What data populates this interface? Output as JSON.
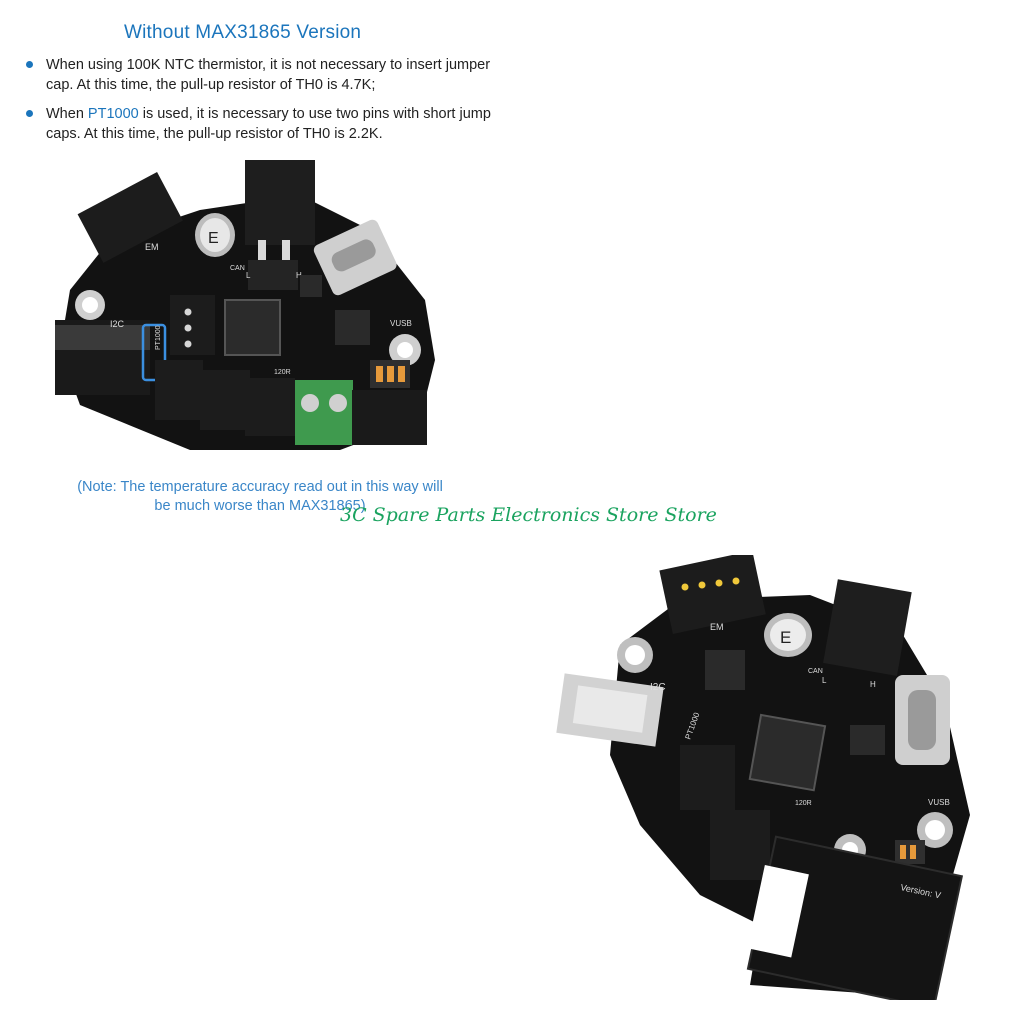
{
  "document": {
    "heading": "Without MAX31865 Version",
    "bullets": [
      {
        "parts": [
          {
            "text": "When using 100K NTC thermistor, it is not necessary to insert jumper cap. At this time, the pull-up resistor of TH0 is 4.7K;",
            "hl": false
          }
        ]
      },
      {
        "parts": [
          {
            "text": "When ",
            "hl": false
          },
          {
            "text": "PT1000",
            "hl": true
          },
          {
            "text": " is used, it is necessary to use two pins with short jump caps. At this time, the pull-up resistor of TH0 is 2.2K.",
            "hl": false
          }
        ]
      }
    ],
    "note_line1": "(Note: The temperature accuracy read out in this way will",
    "note_line2": "be much worse than MAX31865)",
    "watermark": "3C Spare Parts Electronics Store Store"
  },
  "colors": {
    "heading": "#1b75bc",
    "note": "#3a86c8",
    "watermark": "#1aa35f",
    "pcb": "#121212",
    "terminal": "#3f9a4e",
    "highlight_box": "#3b8fe0"
  },
  "board_labels": {
    "e": "E",
    "em": "EM",
    "can": "CAN",
    "l": "L",
    "h": "H",
    "i2c": "I2C",
    "pt1000": "PT1000",
    "vusb": "VUSB",
    "t20r": "120R",
    "version": "Version: V"
  }
}
